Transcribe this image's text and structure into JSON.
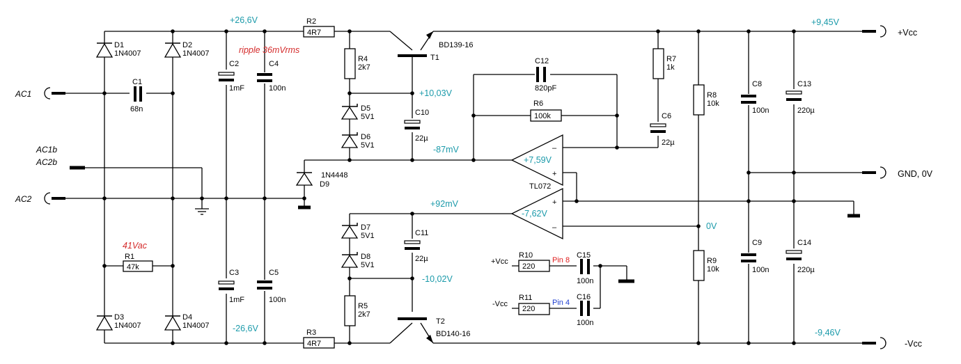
{
  "components": {
    "D1": {
      "ref": "D1",
      "value": "1N4007"
    },
    "D2": {
      "ref": "D2",
      "value": "1N4007"
    },
    "D3": {
      "ref": "D3",
      "value": "1N4007"
    },
    "D4": {
      "ref": "D4",
      "value": "1N4007"
    },
    "C1": {
      "ref": "C1",
      "value": "68n"
    },
    "C2": {
      "ref": "C2",
      "value": "1mF"
    },
    "C3": {
      "ref": "C3",
      "value": "1mF"
    },
    "C4": {
      "ref": "C4",
      "value": "100n"
    },
    "C5": {
      "ref": "C5",
      "value": "100n"
    },
    "R1": {
      "ref": "R1",
      "value": "47k"
    },
    "R2": {
      "ref": "R2",
      "value": "4R7"
    },
    "R3": {
      "ref": "R3",
      "value": "4R7"
    },
    "R4": {
      "ref": "R4",
      "value": "2k7"
    },
    "R5": {
      "ref": "R5",
      "value": "2k7"
    },
    "D5": {
      "ref": "D5",
      "value": "5V1"
    },
    "D6": {
      "ref": "D6",
      "value": "5V1"
    },
    "D7": {
      "ref": "D7",
      "value": "5V1"
    },
    "D8": {
      "ref": "D8",
      "value": "5V1"
    },
    "C10": {
      "ref": "C10",
      "value": "22µ"
    },
    "C11": {
      "ref": "C11",
      "value": "22µ"
    },
    "T1": {
      "ref": "T1",
      "value": "BD139-16"
    },
    "T2": {
      "ref": "T2",
      "value": "BD140-16"
    },
    "D9": {
      "ref": "D9",
      "value": "1N4448"
    },
    "C12": {
      "ref": "C12",
      "value": "820pF"
    },
    "R6": {
      "ref": "R6",
      "value": "100k"
    },
    "R7": {
      "ref": "R7",
      "value": "1k"
    },
    "C6": {
      "ref": "C6",
      "value": "22µ"
    },
    "U1": {
      "value": "TL072"
    },
    "R8": {
      "ref": "R8",
      "value": "10k"
    },
    "R9": {
      "ref": "R9",
      "value": "10k"
    },
    "C8": {
      "ref": "C8",
      "value": "100n"
    },
    "C9": {
      "ref": "C9",
      "value": "100n"
    },
    "C13": {
      "ref": "C13",
      "value": "220µ"
    },
    "C14": {
      "ref": "C14",
      "value": "220µ"
    },
    "R10": {
      "ref": "R10",
      "value": "220"
    },
    "R11": {
      "ref": "R11",
      "value": "220"
    },
    "C15": {
      "ref": "C15",
      "value": "100n"
    },
    "C16": {
      "ref": "C16",
      "value": "100n"
    }
  },
  "voltages": {
    "rail_pos_raw": "+26,6V",
    "rail_neg_raw": "-26,6V",
    "zener_pos": "+10,03V",
    "zener_neg": "-10,02V",
    "opamp_in_top": "-87mV",
    "opamp_in_bottom": "+92mV",
    "opamp_out_top": "+7,59V",
    "opamp_out_bottom": "-7,62V",
    "out_pos": "+9,45V",
    "out_neg": "-9,46V",
    "mid": "0V"
  },
  "annotations": {
    "ripple": "ripple 36mVrms",
    "ac_voltage": "41Vac",
    "pin8": "Pin 8",
    "pin4": "Pin 4"
  },
  "inputs": {
    "ac1": "AC1",
    "ac1b": "AC1b",
    "ac2b": "AC2b",
    "ac2": "AC2"
  },
  "outputs": {
    "vcc_pos": "+Vcc",
    "gnd": "GND, 0V",
    "vcc_neg": "-Vcc"
  },
  "local_labels": {
    "vcc_pos": "+Vcc",
    "vcc_neg": "-Vcc"
  }
}
